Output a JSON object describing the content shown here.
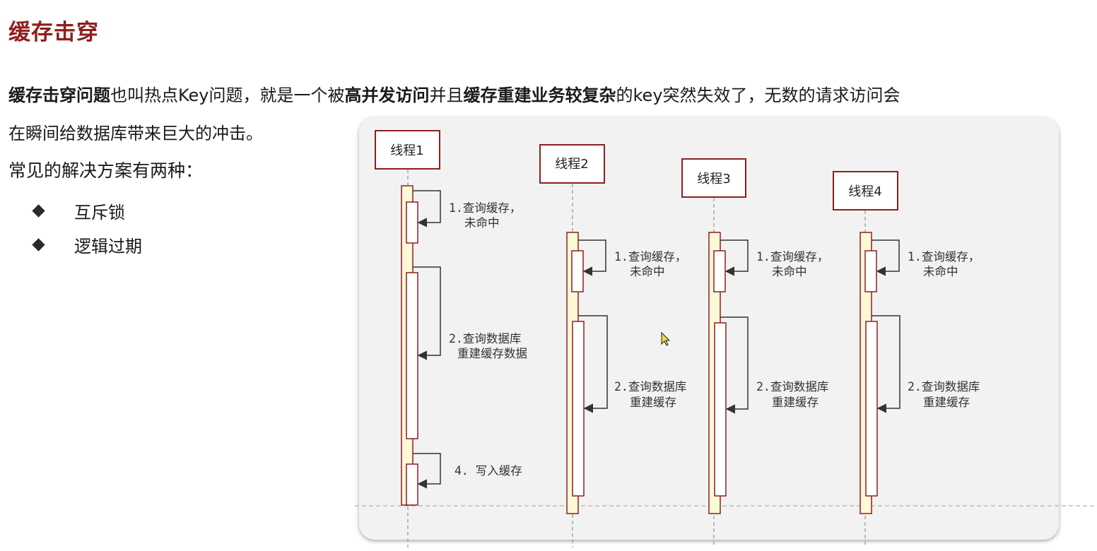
{
  "page": {
    "title": "缓存击穿",
    "description": {
      "b1": "缓存击穿问题",
      "t1": "也叫热点Key问题，就是一个被",
      "b2": "高并发访问",
      "t2": "并且",
      "b3": "缓存重建业务较复杂",
      "t3": "的key突然失效了，无数的请求访问会",
      "t4": "在瞬间给数据库带来巨大的冲击。"
    },
    "intro": "常见的解决方案有两种：",
    "solutions": [
      "互斥锁",
      "逻辑过期"
    ]
  },
  "diagram": {
    "thread1": {
      "header": "线程1",
      "step1_line1": "1.查询缓存，",
      "step1_line2": "未命中",
      "step2_line1": "2.查询数据库",
      "step2_line2": "重建缓存数据",
      "step4": "4. 写入缓存"
    },
    "thread2": {
      "header": "线程2",
      "step1_line1": "1.查询缓存，",
      "step1_line2": "未命中",
      "step2_line1": "2.查询数据库",
      "step2_line2": "重建缓存"
    },
    "thread3": {
      "header": "线程3",
      "step1_line1": "1.查询缓存，",
      "step1_line2": "未命中",
      "step2_line1": "2.查询数据库",
      "step2_line2": "重建缓存"
    },
    "thread4": {
      "header": "线程4",
      "step1_line1": "1.查询缓存，",
      "step1_line2": "未命中",
      "step2_line1": "2.查询数据库",
      "step2_line2": "重建缓存"
    }
  }
}
